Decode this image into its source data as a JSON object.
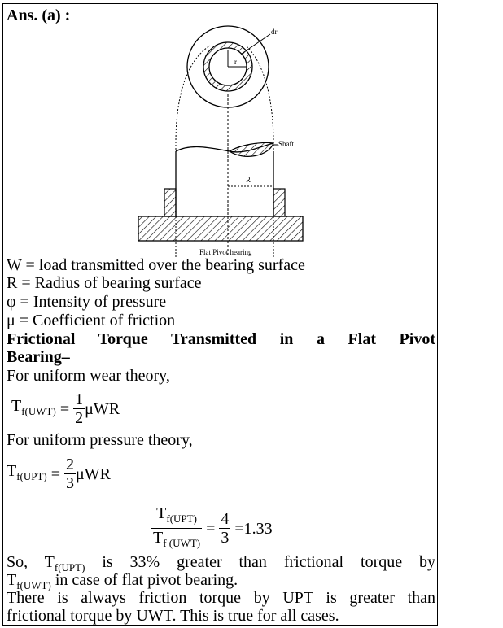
{
  "answer_label": "Ans. (a) :",
  "figure": {
    "label_dr": "dr",
    "label_r": "r",
    "label_shaft": "Shaft",
    "label_R": "R",
    "caption": "Flat Pivot hearing"
  },
  "definitions": [
    "W = load transmitted over the bearing surface",
    "R = Radius of bearing surface",
    "φ = Intensity of pressure",
    "μ = Coefficient of friction"
  ],
  "heading_line1": "Frictional Torque Transmitted in a Flat Pivot",
  "heading_line2": "Bearing–",
  "uwt_intro": "For uniform wear theory,",
  "uwt_eq": {
    "T": "T",
    "sub": "f(UWT)",
    "eq": "=",
    "num": "1",
    "den": "2",
    "rhs": "μWR"
  },
  "upt_intro": "For uniform pressure theory,",
  "upt_eq": {
    "T": "T",
    "sub": "f(UPT)",
    "eq": "=",
    "num": "2",
    "den": "3",
    "rhs": "μWR"
  },
  "ratio_eq": {
    "num_T": "T",
    "num_sub": "f(UPT)",
    "den_T": "T",
    "den_sub": "f (UWT)",
    "eq1": "=",
    "num": "4",
    "den": "3",
    "eq2": "=",
    "result": "1.33"
  },
  "conclusion": {
    "line1_start": "So,",
    "T1": "T",
    "T1_sub": "f(UPT)",
    "line1_rest": "is 33% greater than frictional torque by",
    "T2": "T",
    "T2_sub": "f(UWT)",
    "line2_rest": "in case of flat pivot bearing."
  },
  "final_line1": "There is always friction torque by UPT is greater than",
  "final_line2": "frictional torque by UWT. This is true for all cases."
}
